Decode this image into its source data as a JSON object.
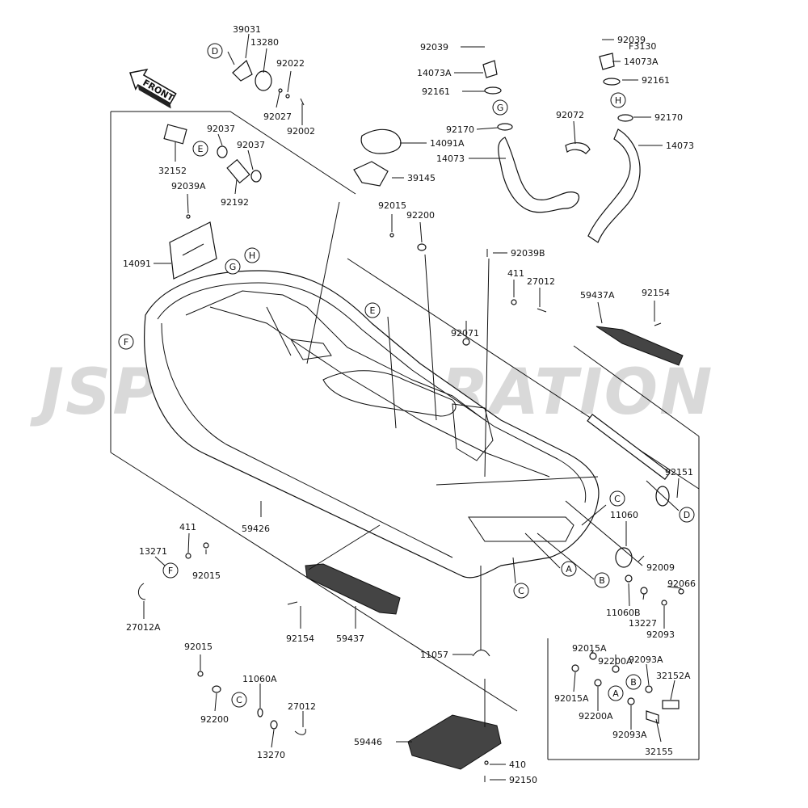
{
  "watermark": "JSP CORPORATION",
  "direction_arrow": "FRONT",
  "figure_code": "F3130",
  "callouts": [
    "D",
    "E",
    "G",
    "H",
    "F",
    "C",
    "A",
    "B"
  ],
  "part_numbers": [
    "39031",
    "13280",
    "92022",
    "92027",
    "92002",
    "32152",
    "92037",
    "92192",
    "92039A",
    "14091",
    "14091A",
    "39145",
    "92039",
    "14073A",
    "92161",
    "92170",
    "14073",
    "92072",
    "92015",
    "92200",
    "92039B",
    "411",
    "27012",
    "92071",
    "59437A",
    "92154",
    "92151",
    "11060",
    "92009",
    "92066",
    "11060B",
    "13227",
    "92093",
    "92015A",
    "92200A",
    "92093A",
    "32152A",
    "32155",
    "59426",
    "13271",
    "27012A",
    "59437",
    "11057",
    "11060A",
    "13270",
    "59446",
    "410",
    "92150"
  ]
}
